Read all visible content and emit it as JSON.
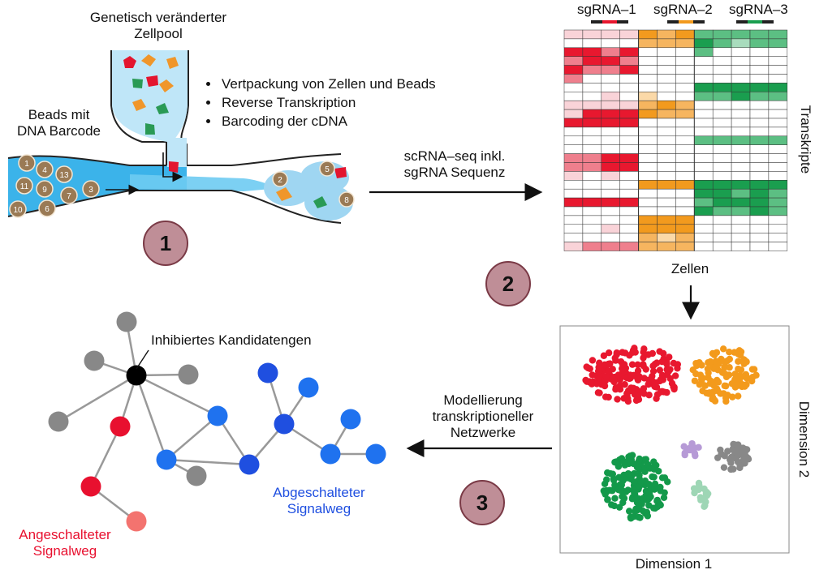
{
  "panel1": {
    "pool_title_line1": "Genetisch veränderter",
    "pool_title_line2": "Zellpool",
    "beads_title_line1": "Beads mit",
    "beads_title_line2": "DNA Barcode",
    "steps_list": [
      "Vertpackung von Zellen und Beads",
      "Reverse Transkription",
      "Barcoding der cDNA"
    ],
    "bead_numbers": [
      "1",
      "4",
      "13",
      "11",
      "9",
      "7",
      "3",
      "10",
      "6"
    ],
    "droplet_numbers": [
      "2",
      "5",
      "8"
    ],
    "step_number": "1"
  },
  "arrow1": {
    "line1": "scRNA–seq inkl.",
    "line2": "sgRNA Sequenz"
  },
  "heatmap": {
    "group_labels": [
      "sgRNA–1",
      "sgRNA–2",
      "sgRNA–3"
    ],
    "y_label": "Transkripte",
    "x_label": "Zellen",
    "colors": {
      "red": "#e8182f",
      "orange": "#f29a1e",
      "green": "#1a9e4f"
    }
  },
  "step2": "2",
  "tsne": {
    "x_label": "Dimension 1",
    "y_label": "Dimension 2",
    "cluster_colors": [
      "#e8182f",
      "#f39a1c",
      "#13994a",
      "#888888",
      "#b69ad6",
      "#9ed6b5"
    ]
  },
  "arrow3": {
    "line1": "Modellierung",
    "line2": "transkriptioneller",
    "line3": "Netzwerke"
  },
  "step3": "3",
  "network": {
    "candidate_label": "Inhibiertes Kandidatengen",
    "off_line1": "Abgeschalteter",
    "off_line2": "Signalweg",
    "on_line1": "Angeschalteter",
    "on_line2": "Signalweg",
    "colors": {
      "off": "#1f4fe0",
      "on": "#e8102f",
      "neutral": "#888888"
    }
  }
}
